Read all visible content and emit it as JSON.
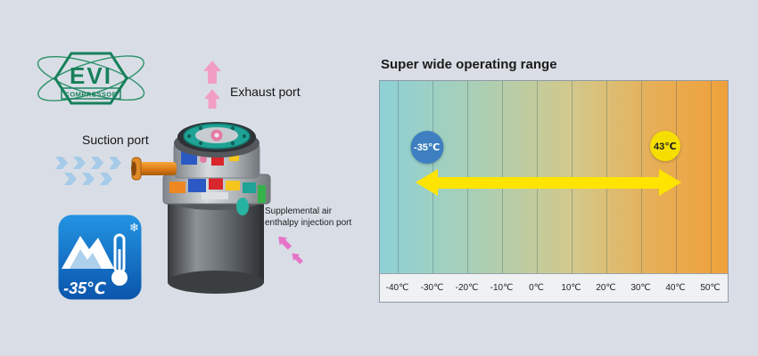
{
  "page": {
    "background": "#d9dee6"
  },
  "logo": {
    "line1": "EVI",
    "line2": "COMPRESSOR",
    "color": "#17805a"
  },
  "illustration": {
    "exhaust_label": "Exhaust port",
    "suction_label": "Suction port",
    "supplemental_label_line1": "Supplemental air",
    "supplemental_label_line2": "enthalpy injection port",
    "cold_badge_temp": "-35℃"
  },
  "chart_data": {
    "type": "area",
    "title": "Super wide operating range",
    "x_ticks": [
      "-40℃",
      "-30℃",
      "-20℃",
      "-10℃",
      "0℃",
      "10℃",
      "20℃",
      "30℃",
      "40℃",
      "50℃"
    ],
    "xlim": [
      -45,
      55
    ],
    "range_min": -35,
    "range_max": 43,
    "unit": "℃",
    "range_min_label": "-35℃",
    "range_max_label": "43℃",
    "legend": "none",
    "grid": "vertical",
    "colors": {
      "cold_end": "#8ed1d6",
      "hot_end": "#eea13a",
      "arrow": "#ffe400",
      "min_badge": "#3d7fc1",
      "max_badge": "#f6df00"
    }
  }
}
